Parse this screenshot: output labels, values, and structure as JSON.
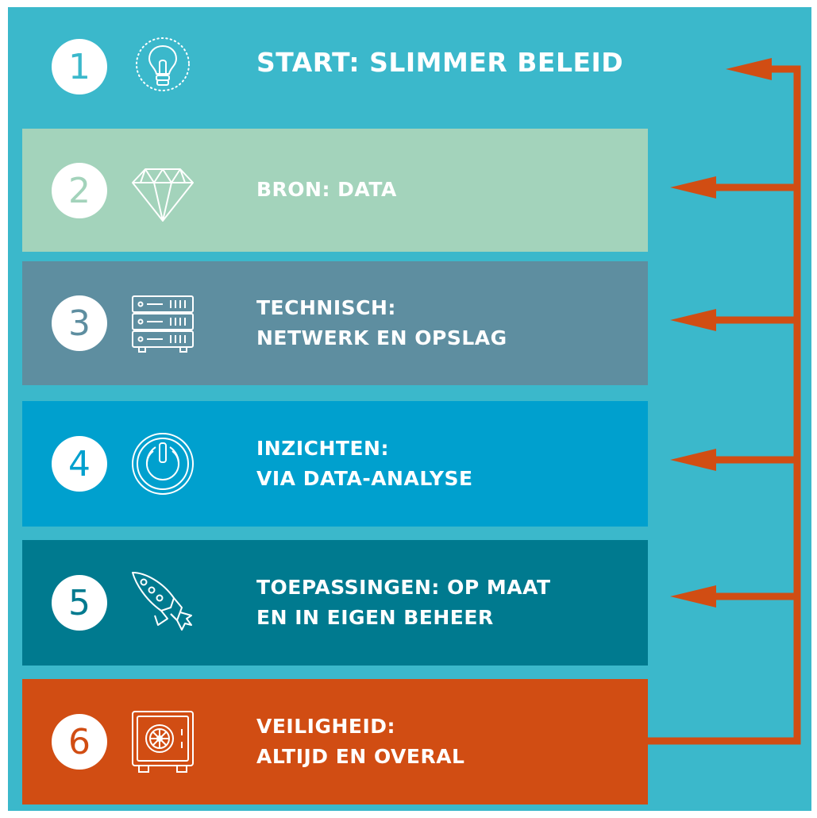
{
  "colors": {
    "background": "#3bb8cb",
    "arrow": "#d14d13",
    "step2": "#a3d3bb",
    "step3": "#5e8ea0",
    "step4": "#00a0ce",
    "step5": "#007a8f",
    "step6": "#d14d13"
  },
  "steps": [
    {
      "number": "1",
      "icon": "lightbulb-icon",
      "lines": [
        "START: SLIMMER BELEID"
      ]
    },
    {
      "number": "2",
      "icon": "diamond-icon",
      "lines": [
        "BRON: DATA"
      ]
    },
    {
      "number": "3",
      "icon": "server-rack-icon",
      "lines": [
        "TECHNISCH:",
        "NETWERK EN OPSLAG"
      ]
    },
    {
      "number": "4",
      "icon": "power-button-icon",
      "lines": [
        "INZICHTEN:",
        "VIA DATA-ANALYSE"
      ]
    },
    {
      "number": "5",
      "icon": "rocket-icon",
      "lines": [
        "TOEPASSINGEN: OP MAAT",
        "EN IN EIGEN BEHEER"
      ]
    },
    {
      "number": "6",
      "icon": "safe-icon",
      "lines": [
        "VEILIGHEID:",
        "ALTIJD EN OVERAL"
      ]
    }
  ]
}
